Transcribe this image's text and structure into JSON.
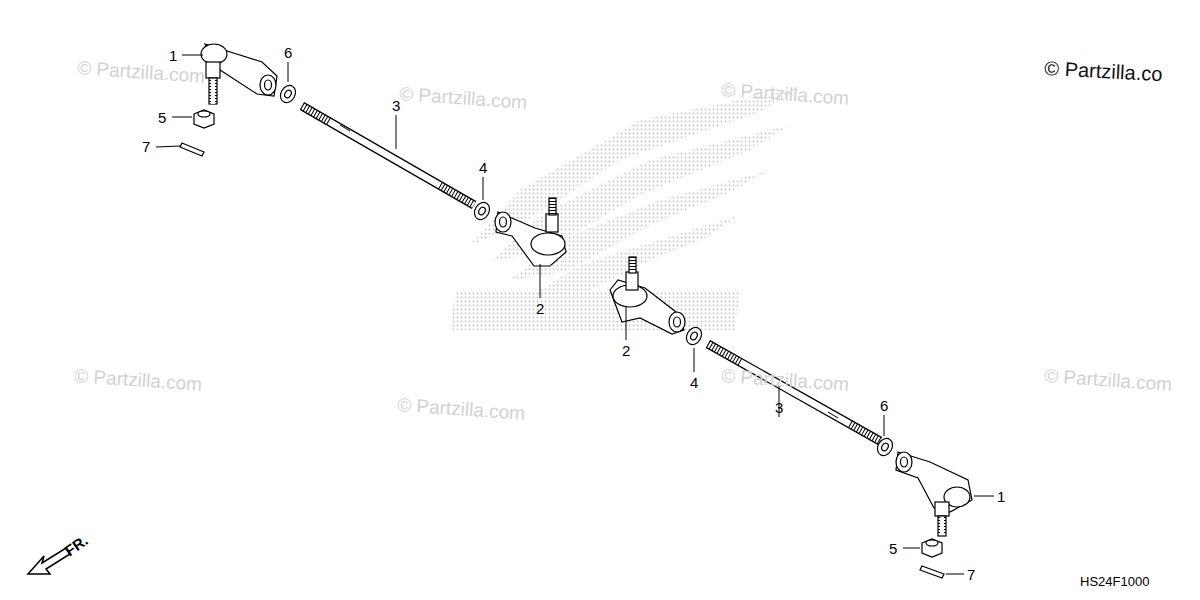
{
  "diagram": {
    "labels": [
      "© Partzilla.com",
      "1",
      "6",
      "© Partzilla.com",
      "© Partzilla.com",
      "© Partzilla.co",
      "3",
      "5",
      "7",
      "4",
      "2",
      "2",
      "© Partzilla.com",
      "© Partzilla.com",
      "4",
      "© Partzilla.com",
      "3",
      "6",
      "© Partzilla.com",
      "1",
      "5",
      "7",
      "FR.",
      "HS24F1000"
    ]
  }
}
